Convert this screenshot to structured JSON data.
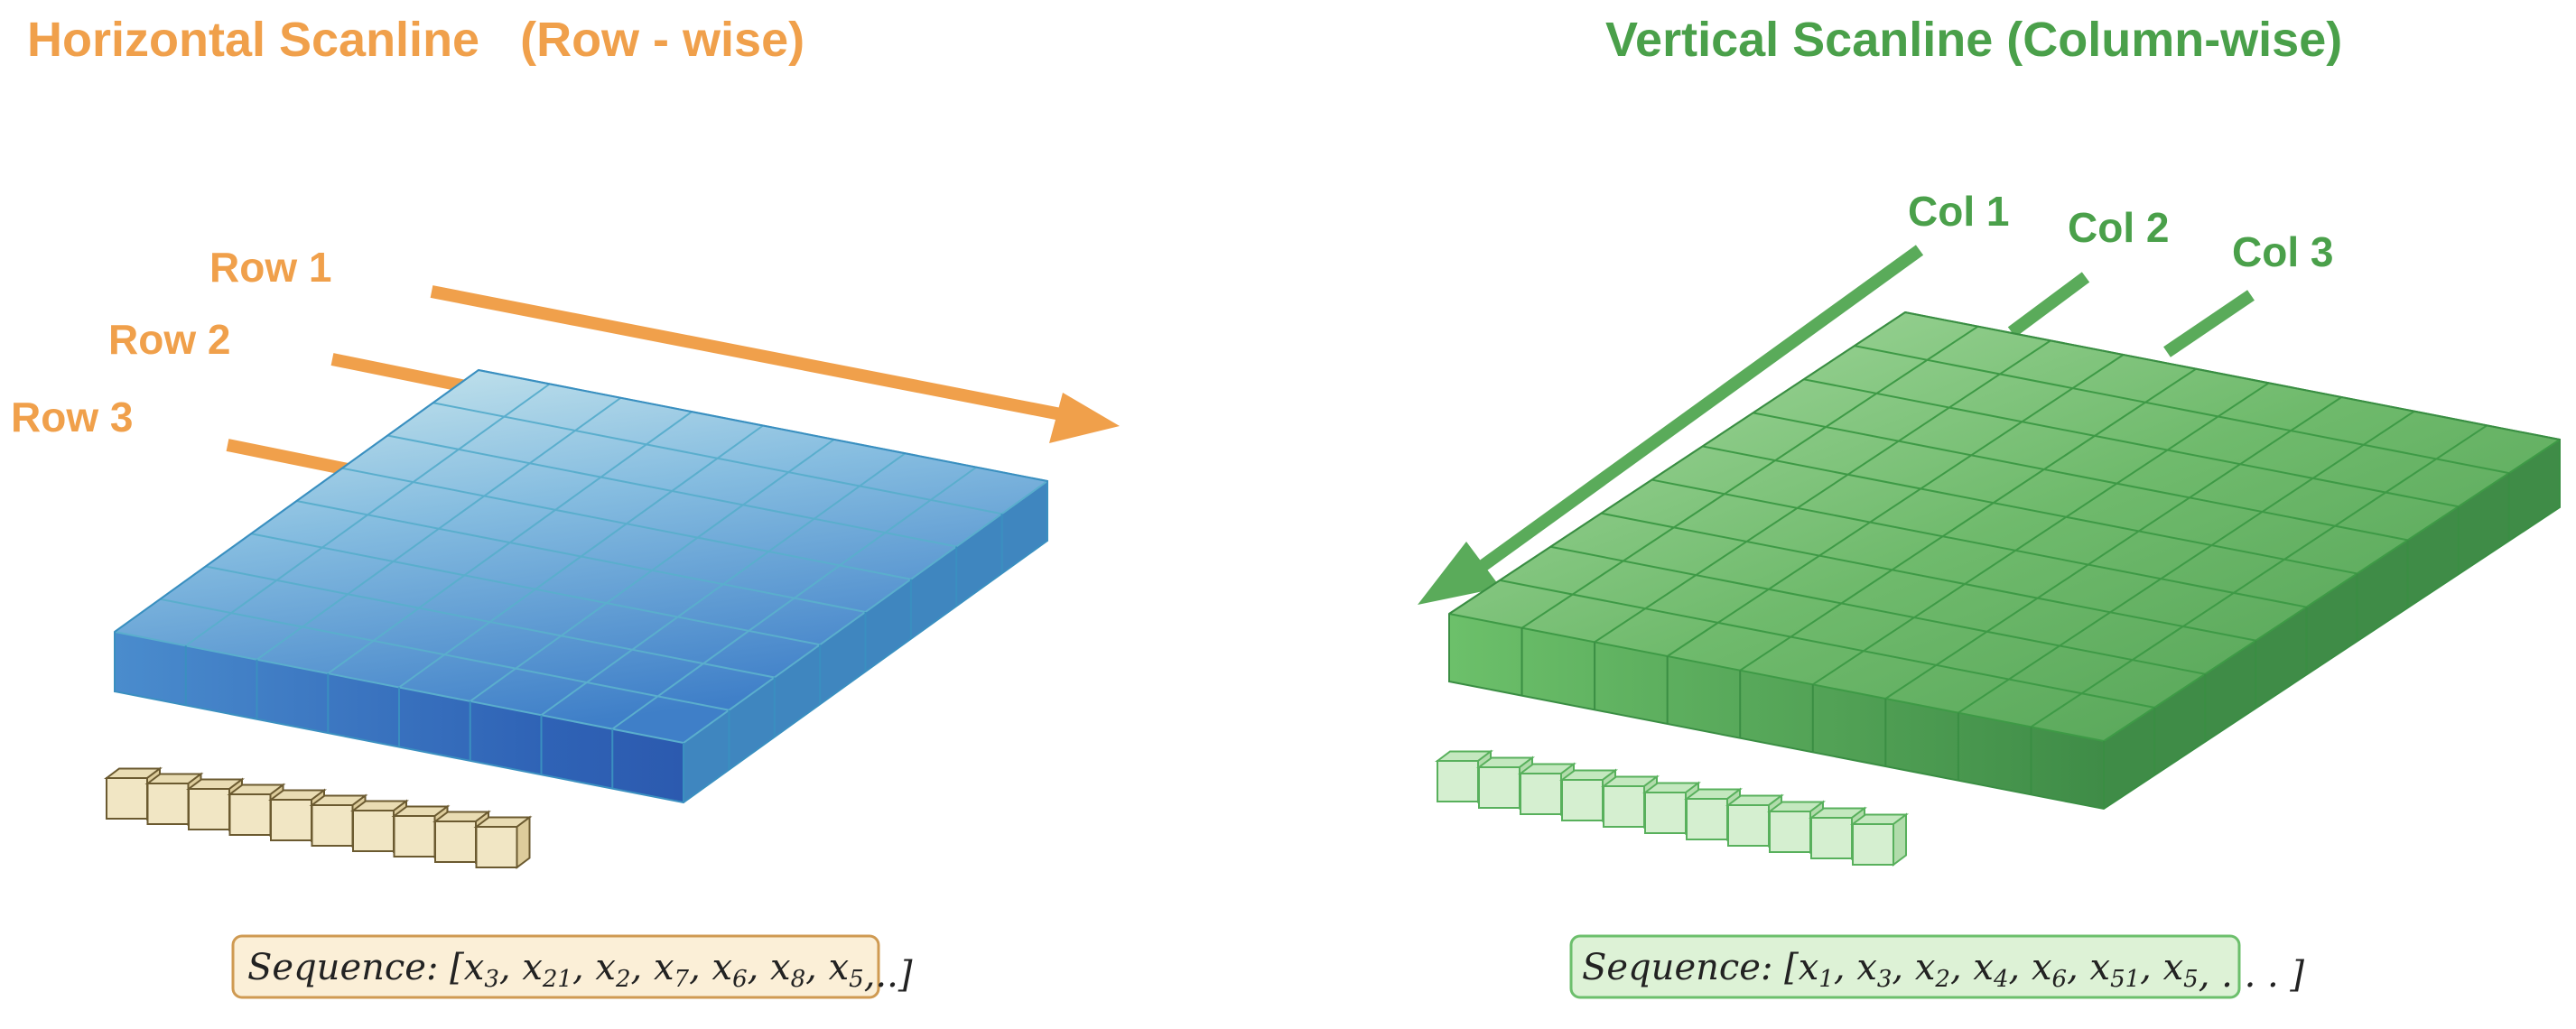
{
  "colors": {
    "orange": "#f0a04b",
    "green_text": "#4aa04a",
    "blue_top_light": "#c6e6ea",
    "blue_top_dark": "#4a8dcb",
    "blue_front": "#3a7cc3",
    "blue_front_dark": "#2c5fb2",
    "blue_side": "#3f86bf",
    "green_top_light": "#9fd59a",
    "green_top_dark": "#4f9f52",
    "green_front": "#59b25b",
    "green_front_dark": "#3d8c45",
    "green_side": "#3f8c47",
    "seq_tan_face": "#f1e6c4",
    "seq_tan_edge": "#6b5a30",
    "seq_green_face": "#d5efd0",
    "seq_green_edge": "#58b05c",
    "box_tan_fill": "#fbefd7",
    "box_tan_border": "#cf9a52",
    "box_green_fill": "#ddf2d6",
    "box_green_border": "#6cbf6c"
  },
  "left": {
    "title": "Horizontal Scanline   (Row - wise)",
    "rows": [
      "Row 1",
      "Row 2",
      "Row 3"
    ],
    "sequence_label": "Sequence:",
    "sequence_items": [
      {
        "base": "x",
        "sub": "3"
      },
      {
        "base": "x",
        "sub": "21"
      },
      {
        "base": "x",
        "sub": "2"
      },
      {
        "base": "x",
        "sub": "7"
      },
      {
        "base": "x",
        "sub": "6"
      },
      {
        "base": "x",
        "sub": "8"
      },
      {
        "base": "x",
        "sub": "5"
      }
    ],
    "sequence_tail": ",..]",
    "sequence_cube_count": 10
  },
  "right": {
    "title": "Vertical Scanline (Column-wise)",
    "cols": [
      "Col 1",
      "Col 2",
      "Col 3"
    ],
    "sequence_label": "Sequence:",
    "sequence_items": [
      {
        "base": "x",
        "sub": "1"
      },
      {
        "base": "x",
        "sub": "3"
      },
      {
        "base": "x",
        "sub": "2"
      },
      {
        "base": "x",
        "sub": "4"
      },
      {
        "base": "x",
        "sub": "6"
      },
      {
        "base": "x",
        "sub": "51"
      },
      {
        "base": "x",
        "sub": "5"
      }
    ],
    "sequence_tail": ", . . . ]",
    "sequence_cube_count": 11
  }
}
